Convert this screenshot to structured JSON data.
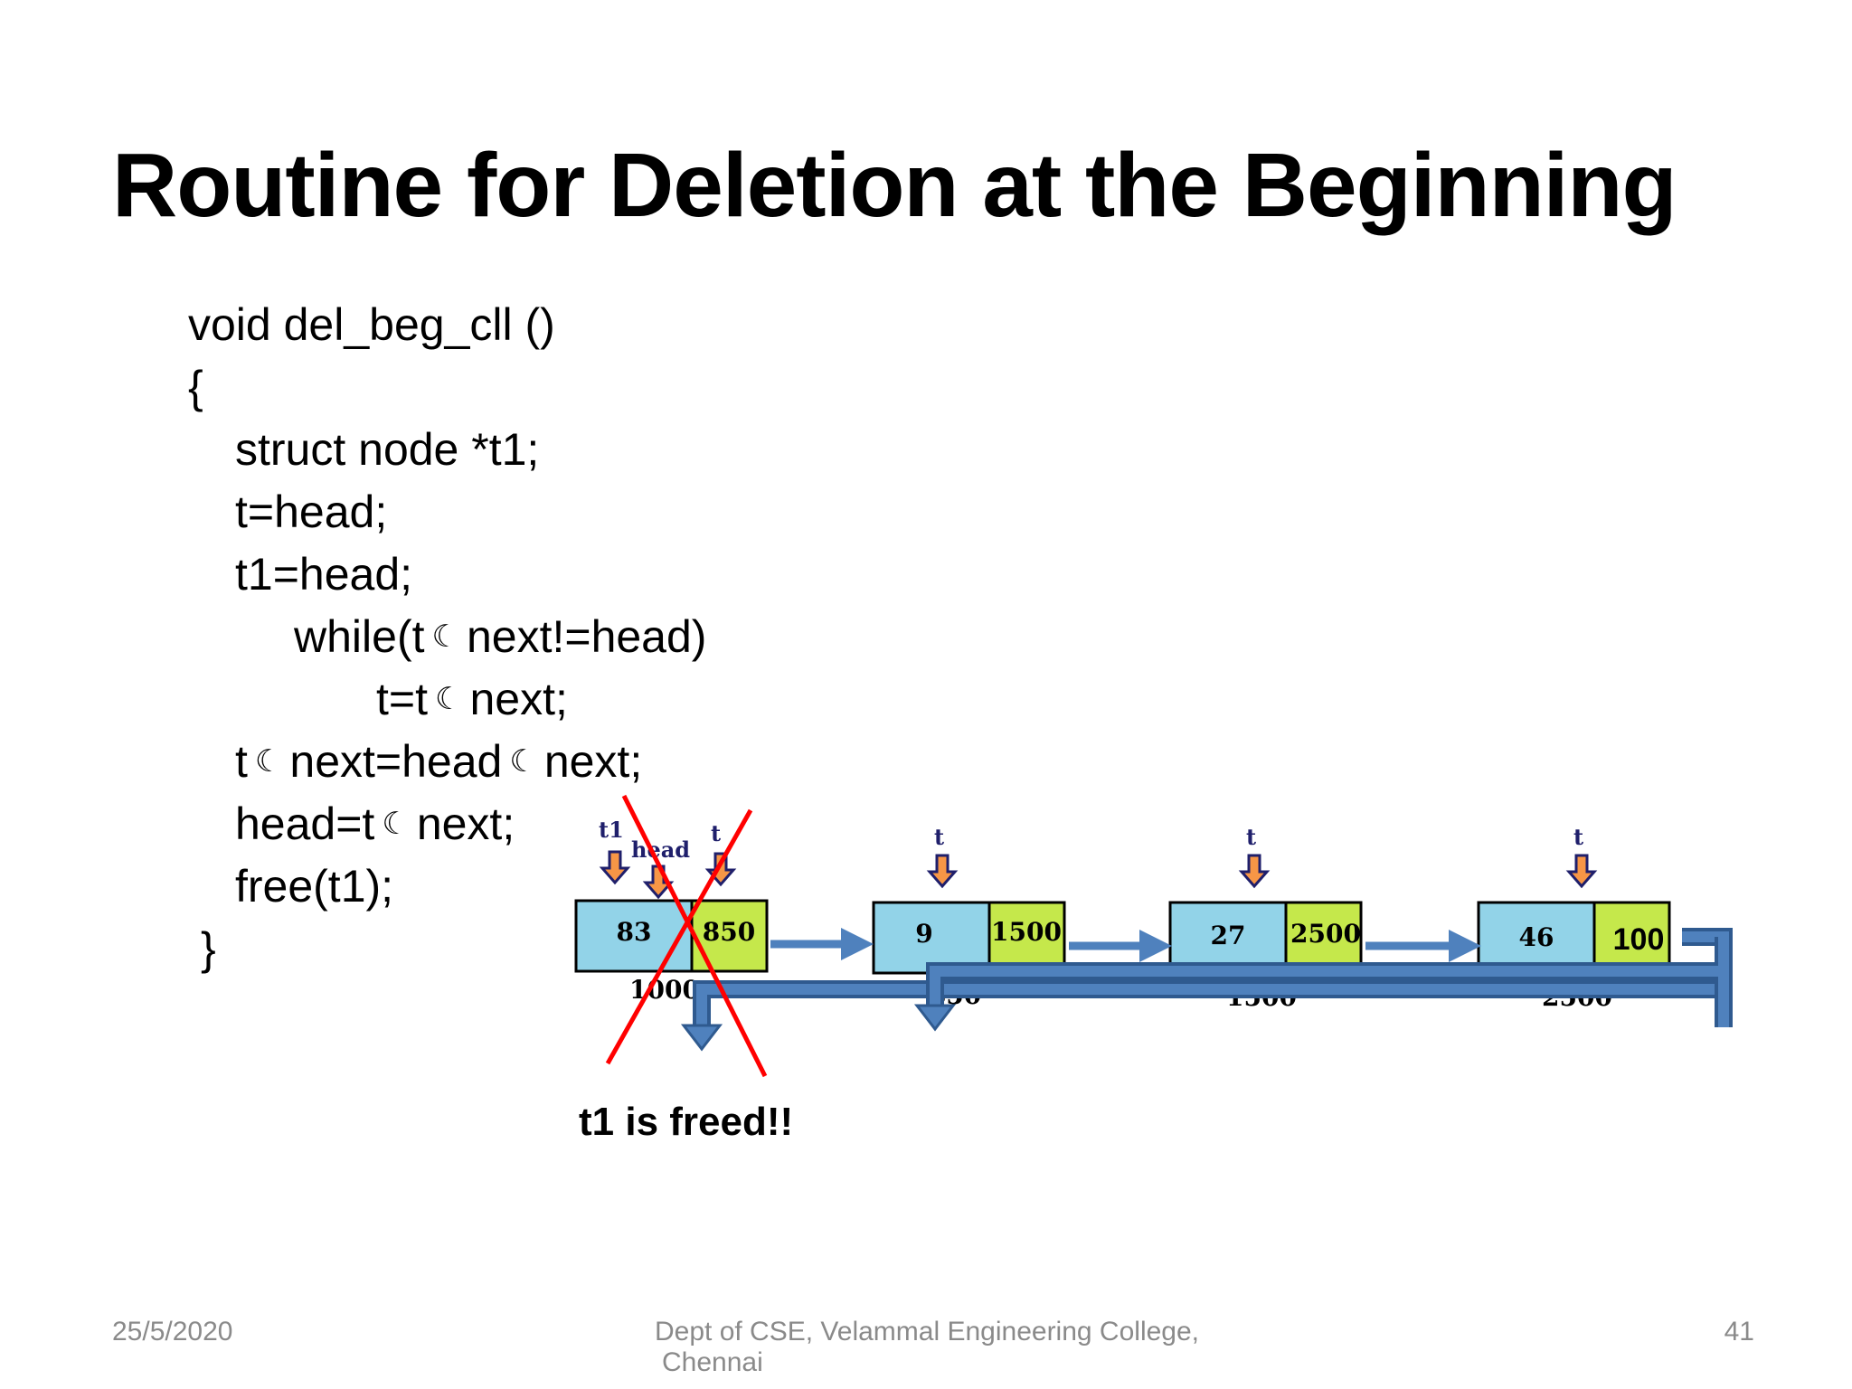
{
  "slide": {
    "title": "Routine for Deletion at the Beginning",
    "code_lines": [
      {
        "text": "void del_beg_cll ()",
        "parts": null
      },
      {
        "text": "{",
        "parts": null
      },
      {
        "text": "struct node *t1;",
        "parts": null
      },
      {
        "text": "t=head;",
        "parts": null
      },
      {
        "text": "t1=head;",
        "parts": null
      },
      {
        "parts": [
          "while(t",
          "next!=head)"
        ]
      },
      {
        "parts": [
          "t=t",
          "next;"
        ]
      },
      {
        "parts": [
          "t",
          "next=head",
          "next;"
        ]
      },
      {
        "parts": [
          "head=t",
          "next;"
        ]
      },
      {
        "text": "free(t1);",
        "parts": null
      },
      {
        "text": "}",
        "parts": null
      }
    ],
    "arrow_glyph": "☾",
    "caption": "t1 is freed!!",
    "footer": {
      "date": "25/5/2020",
      "center_line1": "Dept of CSE, Velammal Engineering College,",
      "center_line2": "Chennai",
      "page": "41"
    }
  },
  "diagram": {
    "nodes": [
      {
        "data": "83",
        "next": "850",
        "address": "1000"
      },
      {
        "data": "9",
        "next": "1500",
        "address": "850"
      },
      {
        "data": "27",
        "next": "2500",
        "address": "1500"
      },
      {
        "data": "46",
        "next": "100",
        "address": "2500"
      }
    ],
    "pointer_labels": {
      "t1": "t1",
      "head": "head",
      "t": "t"
    },
    "colors": {
      "data_cell": "#92d3e8",
      "next_cell": "#c5e84b",
      "link_arrow": "#4f81bd",
      "link_arrow_dark": "#2f5a8f",
      "pointer_arrow": "#f79646",
      "cross": "#ff0000",
      "label_blue": "#1f1f6b"
    }
  }
}
